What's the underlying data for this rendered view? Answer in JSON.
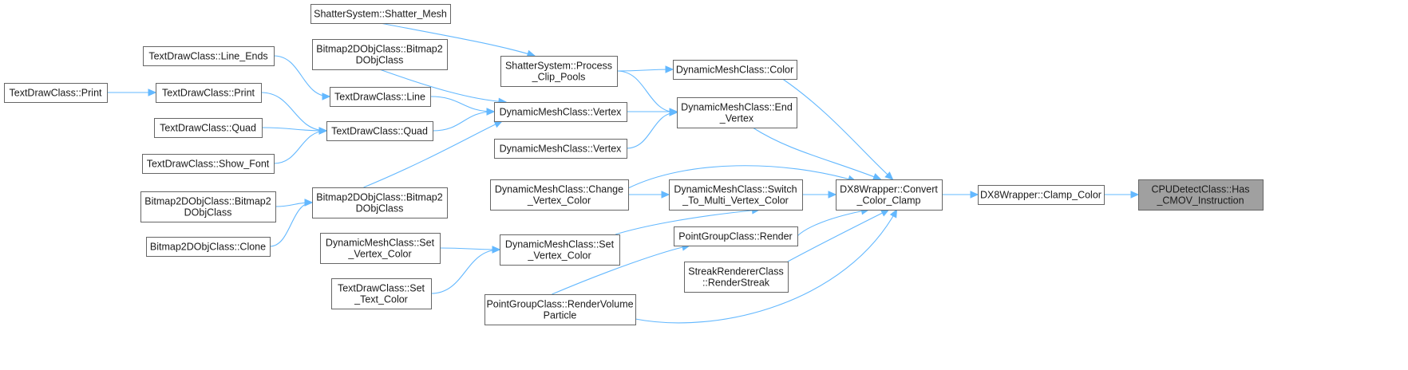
{
  "diagram": {
    "colors": {
      "edge": "#63b8ff",
      "node_border": "#666666",
      "node_fill": "#ffffff",
      "root_fill": "#a0a0a0",
      "text": "#1a1a1a"
    },
    "nodes": [
      {
        "id": "cpu",
        "lines": [
          "CPUDetectClass::Has",
          "_CMOV_Instruction"
        ],
        "root": true
      },
      {
        "id": "clamp",
        "lines": [
          "DX8Wrapper::Clamp_Color"
        ]
      },
      {
        "id": "conv",
        "lines": [
          "DX8Wrapper::Convert",
          "_Color_Clamp"
        ]
      },
      {
        "id": "dmcol",
        "lines": [
          "DynamicMeshClass::Color"
        ]
      },
      {
        "id": "dmev",
        "lines": [
          "DynamicMeshClass::End",
          "_Vertex"
        ]
      },
      {
        "id": "dmsw",
        "lines": [
          "DynamicMeshClass::Switch",
          "_To_Multi_Vertex_Color"
        ]
      },
      {
        "id": "pgr",
        "lines": [
          "PointGroupClass::Render"
        ]
      },
      {
        "id": "srs",
        "lines": [
          "StreakRendererClass",
          "::RenderStreak"
        ]
      },
      {
        "id": "pgrv",
        "lines": [
          "PointGroupClass::RenderVolume",
          "Particle"
        ]
      },
      {
        "id": "dmcv",
        "lines": [
          "DynamicMeshClass::Change",
          "_Vertex_Color"
        ]
      },
      {
        "id": "sspcp",
        "lines": [
          "ShatterSystem::Process",
          "_Clip_Pools"
        ]
      },
      {
        "id": "dmv1",
        "lines": [
          "DynamicMeshClass::Vertex"
        ]
      },
      {
        "id": "dmv2",
        "lines": [
          "DynamicMeshClass::Vertex"
        ]
      },
      {
        "id": "dmsvc",
        "lines": [
          "DynamicMeshClass::Set",
          "_Vertex_Color"
        ]
      },
      {
        "id": "sssm",
        "lines": [
          "ShatterSystem::Shatter_Mesh"
        ]
      },
      {
        "id": "b2dA",
        "lines": [
          "Bitmap2DObjClass::Bitmap2",
          "DObjClass"
        ]
      },
      {
        "id": "tdLine",
        "lines": [
          "TextDrawClass::Line"
        ]
      },
      {
        "id": "tdQuadB",
        "lines": [
          "TextDrawClass::Quad"
        ]
      },
      {
        "id": "b2dB",
        "lines": [
          "Bitmap2DObjClass::Bitmap2",
          "DObjClass"
        ]
      },
      {
        "id": "dmsvc2",
        "lines": [
          "DynamicMeshClass::Set",
          "_Vertex_Color"
        ]
      },
      {
        "id": "tdstc",
        "lines": [
          "TextDrawClass::Set",
          "_Text_Color"
        ]
      },
      {
        "id": "tdLE",
        "lines": [
          "TextDrawClass::Line_Ends"
        ]
      },
      {
        "id": "tdPrB",
        "lines": [
          "TextDrawClass::Print"
        ]
      },
      {
        "id": "tdQuadA",
        "lines": [
          "TextDrawClass::Quad"
        ]
      },
      {
        "id": "tdSF",
        "lines": [
          "TextDrawClass::Show_Font"
        ]
      },
      {
        "id": "b2dC",
        "lines": [
          "Bitmap2DObjClass::Bitmap2",
          "DObjClass"
        ]
      },
      {
        "id": "b2dClone",
        "lines": [
          "Bitmap2DObjClass::Clone"
        ]
      },
      {
        "id": "tdPrA",
        "lines": [
          "TextDrawClass::Print"
        ]
      }
    ],
    "edges": [
      [
        "clamp",
        "cpu"
      ],
      [
        "conv",
        "clamp"
      ],
      [
        "dmcol",
        "conv"
      ],
      [
        "dmev",
        "conv"
      ],
      [
        "dmsw",
        "conv"
      ],
      [
        "pgr",
        "conv"
      ],
      [
        "srs",
        "conv"
      ],
      [
        "pgrv",
        "conv"
      ],
      [
        "dmcv",
        "conv"
      ],
      [
        "sspcp",
        "dmcol"
      ],
      [
        "sspcp",
        "dmev"
      ],
      [
        "dmv1",
        "dmev"
      ],
      [
        "dmv2",
        "dmev"
      ],
      [
        "dmcv",
        "dmsw"
      ],
      [
        "dmsvc",
        "dmsw"
      ],
      [
        "pgrv",
        "pgr"
      ],
      [
        "sssm",
        "sspcp"
      ],
      [
        "b2dA",
        "dmv1"
      ],
      [
        "tdLine",
        "dmv1"
      ],
      [
        "tdQuadB",
        "dmv1"
      ],
      [
        "b2dB",
        "dmv1"
      ],
      [
        "dmsvc2",
        "dmsvc"
      ],
      [
        "tdstc",
        "dmsvc"
      ],
      [
        "tdLE",
        "tdLine"
      ],
      [
        "tdPrB",
        "tdQuadB"
      ],
      [
        "tdQuadA",
        "tdQuadB"
      ],
      [
        "tdSF",
        "tdQuadB"
      ],
      [
        "b2dC",
        "b2dB"
      ],
      [
        "b2dClone",
        "b2dB"
      ],
      [
        "tdPrA",
        "tdPrB"
      ]
    ]
  }
}
